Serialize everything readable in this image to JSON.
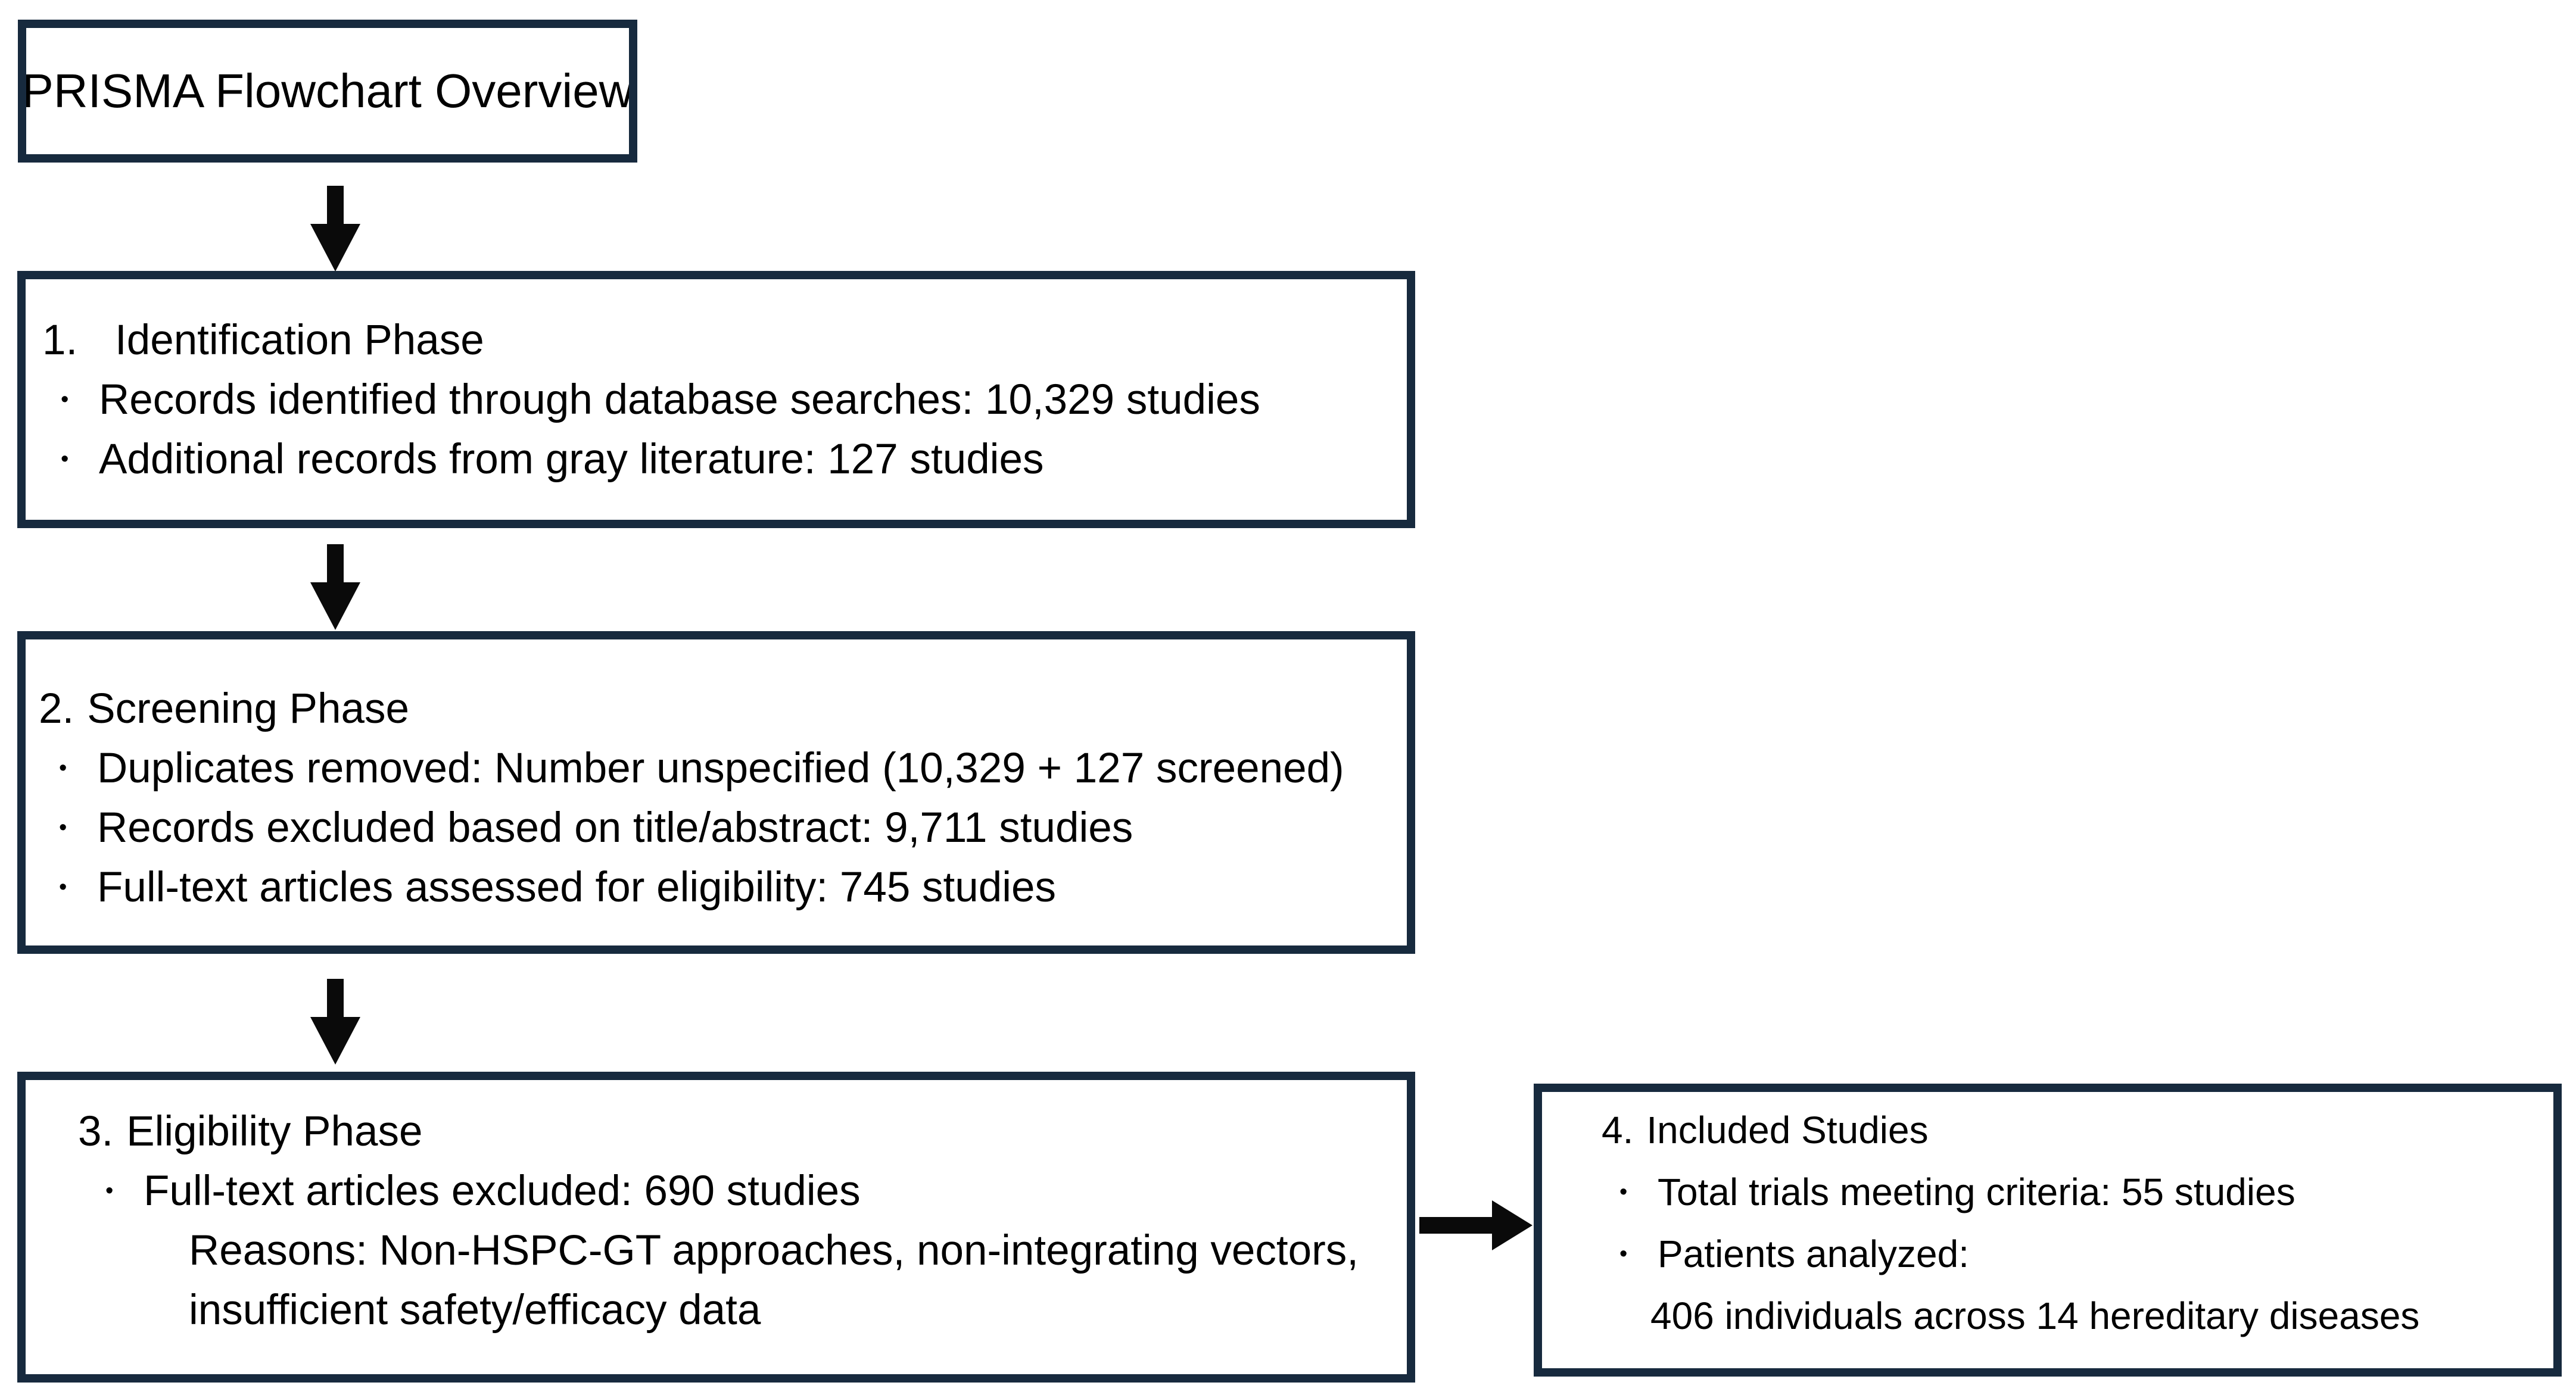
{
  "colors": {
    "background": "#ffffff",
    "border": "#172a3e",
    "arrow": "#0a0a0a",
    "text": "#000000"
  },
  "glyphs": {
    "bullet": "•"
  },
  "title_box": {
    "title": "PRISMA Flowchart Overview"
  },
  "boxes": [
    {
      "number": "1.",
      "label": "Identification Phase",
      "items": [
        {
          "text": "Records identified through database searches: 10,329 studies"
        },
        {
          "text": "Additional records from gray literature: 127 studies"
        }
      ]
    },
    {
      "number": "2.",
      "label": "Screening Phase",
      "items": [
        {
          "text": "Duplicates removed: Number unspecified (10,329 + 127 screened)"
        },
        {
          "text": "Records excluded based on title/abstract: 9,711 studies"
        },
        {
          "text": "Full-text articles assessed for eligibility: 745 studies"
        }
      ]
    },
    {
      "number": "3.",
      "label": "Eligibility Phase",
      "items": [
        {
          "text": "Full-text articles excluded: 690 studies"
        },
        {
          "text": "Reasons: Non-HSPC-GT approaches, non-integrating vectors,",
          "continuation": true
        },
        {
          "text": "insufficient safety/efficacy data",
          "continuation": true
        }
      ]
    },
    {
      "number": "4.",
      "label": "Included Studies",
      "items": [
        {
          "text": "Total trials meeting criteria: 55 studies"
        },
        {
          "text": "Patients analyzed:"
        },
        {
          "text": "406 individuals across 14 hereditary diseases",
          "continuation": true
        }
      ]
    }
  ]
}
